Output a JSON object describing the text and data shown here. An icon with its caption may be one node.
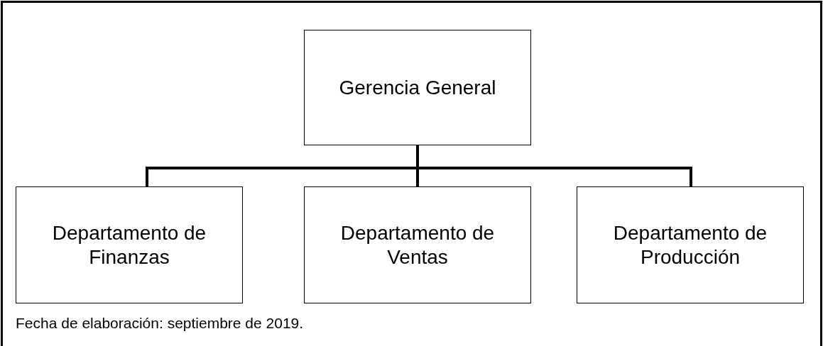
{
  "diagram": {
    "caption": "Fecha de elaboración: septiembre de 2019.",
    "nodes": [
      {
        "text": [
          "Gerencia General"
        ]
      },
      {
        "text": [
          "Departamento de Finanzas"
        ]
      },
      {
        "text": [
          "Departamento de Ventas"
        ]
      },
      {
        "text": [
          "Departamento de Producción"
        ]
      }
    ],
    "edges": [
      {
        "from": 0,
        "to": 1,
        "arrow": "none"
      },
      {
        "from": 0,
        "to": 2,
        "arrow": "none"
      },
      {
        "from": 0,
        "to": 3,
        "arrow": "none"
      }
    ]
  }
}
